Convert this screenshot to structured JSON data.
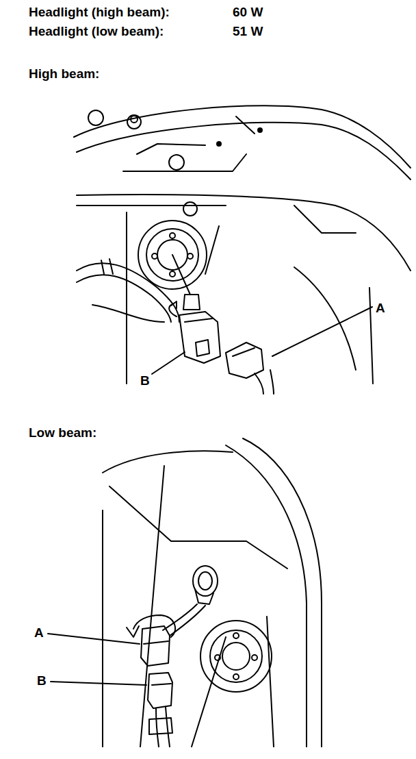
{
  "diagram": {
    "labels": [
      "Headlight (high beam):",
      "60 W",
      "Headlight (low beam):",
      "51 W",
      "High beam:",
      "A",
      "B",
      "Low beam:",
      "A",
      "B"
    ]
  }
}
